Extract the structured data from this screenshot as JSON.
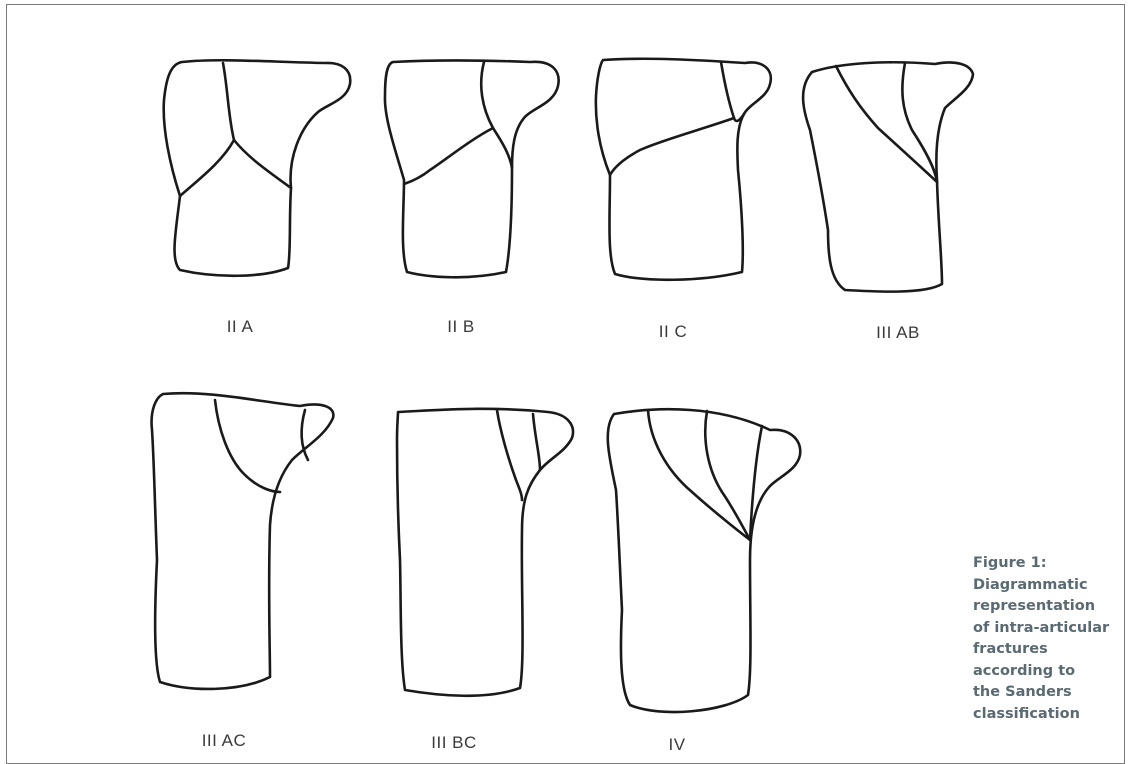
{
  "figure": {
    "labels": [
      "II A",
      "II B",
      "II C",
      "III AB",
      "III AC",
      "III BC",
      "IV"
    ],
    "caption_lines": [
      "Figure 1:",
      "Diagrammatic",
      "representation",
      "of intra-articular",
      "fractures",
      "according to",
      "the Sanders",
      "classification"
    ]
  }
}
